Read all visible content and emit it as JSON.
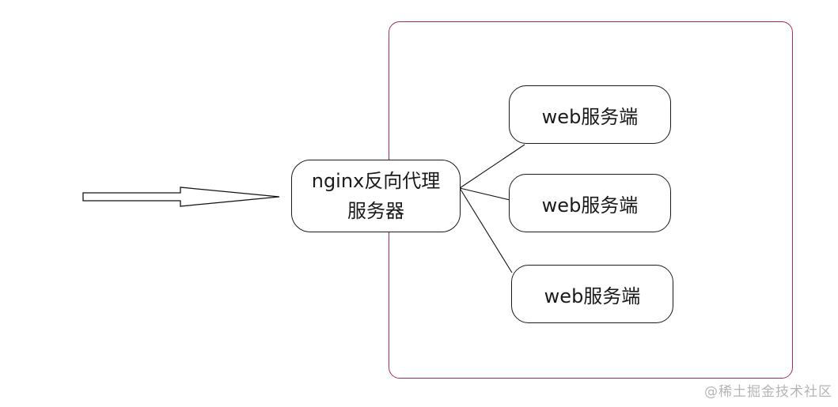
{
  "diagram": {
    "proxy_box": {
      "label_line1": "nginx反向代理",
      "label_line2": "服务器"
    },
    "web_servers": [
      {
        "label": "web服务端"
      },
      {
        "label": "web服务端"
      },
      {
        "label": "web服务端"
      }
    ],
    "watermark": "@稀土掘金技术社区",
    "colors": {
      "cluster_border": "#a52e51",
      "box_border": "#1a1a1a",
      "text_color": "#1a1a1a",
      "watermark_color": "#b5b5b5"
    }
  }
}
